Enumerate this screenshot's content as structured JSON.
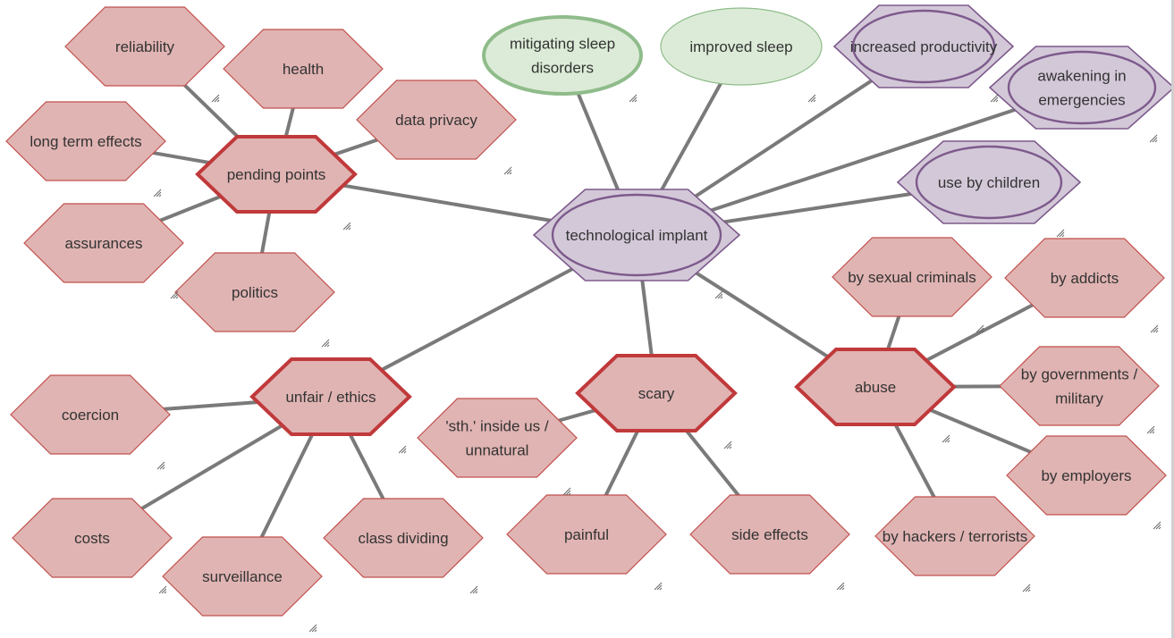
{
  "nodes": [
    {
      "id": "center",
      "lines": [
        "technological implant"
      ],
      "kind": "purple",
      "shape": "hex-ellipse"
    },
    {
      "id": "pending",
      "lines": [
        "pending points"
      ],
      "kind": "red-strong",
      "shape": "hex"
    },
    {
      "id": "unfair",
      "lines": [
        "unfair / ethics"
      ],
      "kind": "red-strong",
      "shape": "hex"
    },
    {
      "id": "scary",
      "lines": [
        "scary"
      ],
      "kind": "red-strong",
      "shape": "hex"
    },
    {
      "id": "abuse",
      "lines": [
        "abuse"
      ],
      "kind": "red-strong",
      "shape": "hex"
    },
    {
      "id": "reliability",
      "lines": [
        "reliability"
      ],
      "kind": "red",
      "shape": "hex"
    },
    {
      "id": "health",
      "lines": [
        "health"
      ],
      "kind": "red",
      "shape": "hex"
    },
    {
      "id": "privacy",
      "lines": [
        "data privacy"
      ],
      "kind": "red",
      "shape": "hex"
    },
    {
      "id": "longterm",
      "lines": [
        "long term effects"
      ],
      "kind": "red",
      "shape": "hex"
    },
    {
      "id": "assurances",
      "lines": [
        "assurances"
      ],
      "kind": "red",
      "shape": "hex"
    },
    {
      "id": "politics",
      "lines": [
        "politics"
      ],
      "kind": "red",
      "shape": "hex"
    },
    {
      "id": "coercion",
      "lines": [
        "coercion"
      ],
      "kind": "red",
      "shape": "hex"
    },
    {
      "id": "costs",
      "lines": [
        "costs"
      ],
      "kind": "red",
      "shape": "hex"
    },
    {
      "id": "surveillance",
      "lines": [
        "surveillance"
      ],
      "kind": "red",
      "shape": "hex"
    },
    {
      "id": "classdiv",
      "lines": [
        "class dividing"
      ],
      "kind": "red",
      "shape": "hex"
    },
    {
      "id": "inside",
      "lines": [
        "'sth.' inside us /",
        "unnatural"
      ],
      "kind": "red",
      "shape": "hex"
    },
    {
      "id": "painful",
      "lines": [
        "painful"
      ],
      "kind": "red",
      "shape": "hex"
    },
    {
      "id": "sideeffects",
      "lines": [
        "side effects"
      ],
      "kind": "red",
      "shape": "hex"
    },
    {
      "id": "sexual",
      "lines": [
        "by sexual criminals"
      ],
      "kind": "red",
      "shape": "hex"
    },
    {
      "id": "addicts",
      "lines": [
        "by addicts"
      ],
      "kind": "red",
      "shape": "hex"
    },
    {
      "id": "govern",
      "lines": [
        "by governments /",
        "military"
      ],
      "kind": "red",
      "shape": "hex"
    },
    {
      "id": "employers",
      "lines": [
        "by employers"
      ],
      "kind": "red",
      "shape": "hex"
    },
    {
      "id": "hackers",
      "lines": [
        "by hackers / terrorists"
      ],
      "kind": "red",
      "shape": "hex"
    },
    {
      "id": "mitigating",
      "lines": [
        "mitigating sleep",
        "disorders"
      ],
      "kind": "green-strong",
      "shape": "ellipse"
    },
    {
      "id": "improved",
      "lines": [
        "improved sleep"
      ],
      "kind": "green",
      "shape": "ellipse"
    },
    {
      "id": "productivity",
      "lines": [
        "increased productivity"
      ],
      "kind": "purple",
      "shape": "hex-ellipse"
    },
    {
      "id": "awakening",
      "lines": [
        "awakening in",
        "emergencies"
      ],
      "kind": "purple",
      "shape": "hex-ellipse"
    },
    {
      "id": "children",
      "lines": [
        "use by children"
      ],
      "kind": "purple",
      "shape": "hex-ellipse"
    }
  ],
  "edges": [
    [
      "center",
      "pending"
    ],
    [
      "center",
      "unfair"
    ],
    [
      "center",
      "scary"
    ],
    [
      "center",
      "abuse"
    ],
    [
      "center",
      "mitigating"
    ],
    [
      "center",
      "improved"
    ],
    [
      "center",
      "productivity"
    ],
    [
      "center",
      "awakening"
    ],
    [
      "center",
      "children"
    ],
    [
      "pending",
      "reliability"
    ],
    [
      "pending",
      "health"
    ],
    [
      "pending",
      "privacy"
    ],
    [
      "pending",
      "longterm"
    ],
    [
      "pending",
      "assurances"
    ],
    [
      "pending",
      "politics"
    ],
    [
      "unfair",
      "coercion"
    ],
    [
      "unfair",
      "costs"
    ],
    [
      "unfair",
      "surveillance"
    ],
    [
      "unfair",
      "classdiv"
    ],
    [
      "scary",
      "inside"
    ],
    [
      "scary",
      "painful"
    ],
    [
      "scary",
      "sideeffects"
    ],
    [
      "abuse",
      "sexual"
    ],
    [
      "abuse",
      "addicts"
    ],
    [
      "abuse",
      "govern"
    ],
    [
      "abuse",
      "employers"
    ],
    [
      "abuse",
      "hackers"
    ]
  ],
  "colors": {
    "red_fill": "#e0b4b3",
    "red_stroke": "#c0504d",
    "red_strong_stroke": "#c0393b",
    "green_fill": "#dcebd7",
    "green_stroke": "#8fbc8a",
    "purple_fill": "#d3c8d8",
    "purple_stroke": "#7d5a8c",
    "edge": "#7a7a7a",
    "text": "#333333"
  }
}
